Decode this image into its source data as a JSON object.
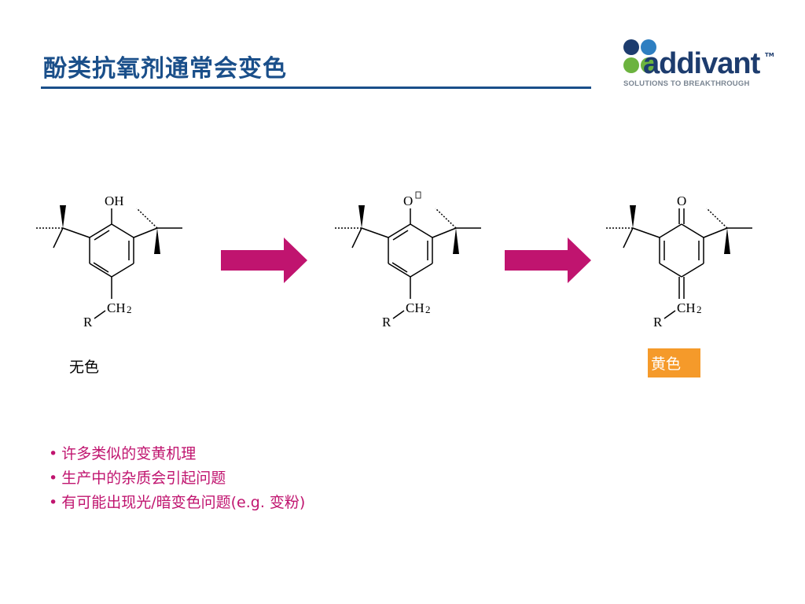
{
  "slide": {
    "title": "酚类抗氧剂通常会变色",
    "logo": {
      "wordmark": "addivant",
      "trademark": "TM",
      "tagline": "SOLUTIONS TO BREAKTHROUGH",
      "dot_colors": [
        "#1d3c6e",
        "#2e7fc1",
        "#6cb33f",
        "#6cb33f"
      ]
    },
    "colors": {
      "title": "#1a4f8a",
      "arrow": "#c0146f",
      "bullet_text": "#c0146f",
      "yellow_badge": "#f59a2a"
    },
    "molecules": [
      {
        "top_group": "OH",
        "chain_label": "CH",
        "chain_subscript": "2",
        "r_label": "R"
      },
      {
        "top_group": "O",
        "chain_label": "CH",
        "chain_subscript": "2",
        "r_label": "R"
      },
      {
        "top_group": "O",
        "chain_label": "CH",
        "chain_subscript": "2",
        "r_label": "R"
      }
    ],
    "labels": {
      "colorless": "无色",
      "yellow": "黄色"
    },
    "bullets": [
      "许多类似的变黄机理",
      "生产中的杂质会引起问题",
      "有可能出现光/暗变色问题(e.g. 变粉)"
    ],
    "bullet_marker": "•"
  }
}
